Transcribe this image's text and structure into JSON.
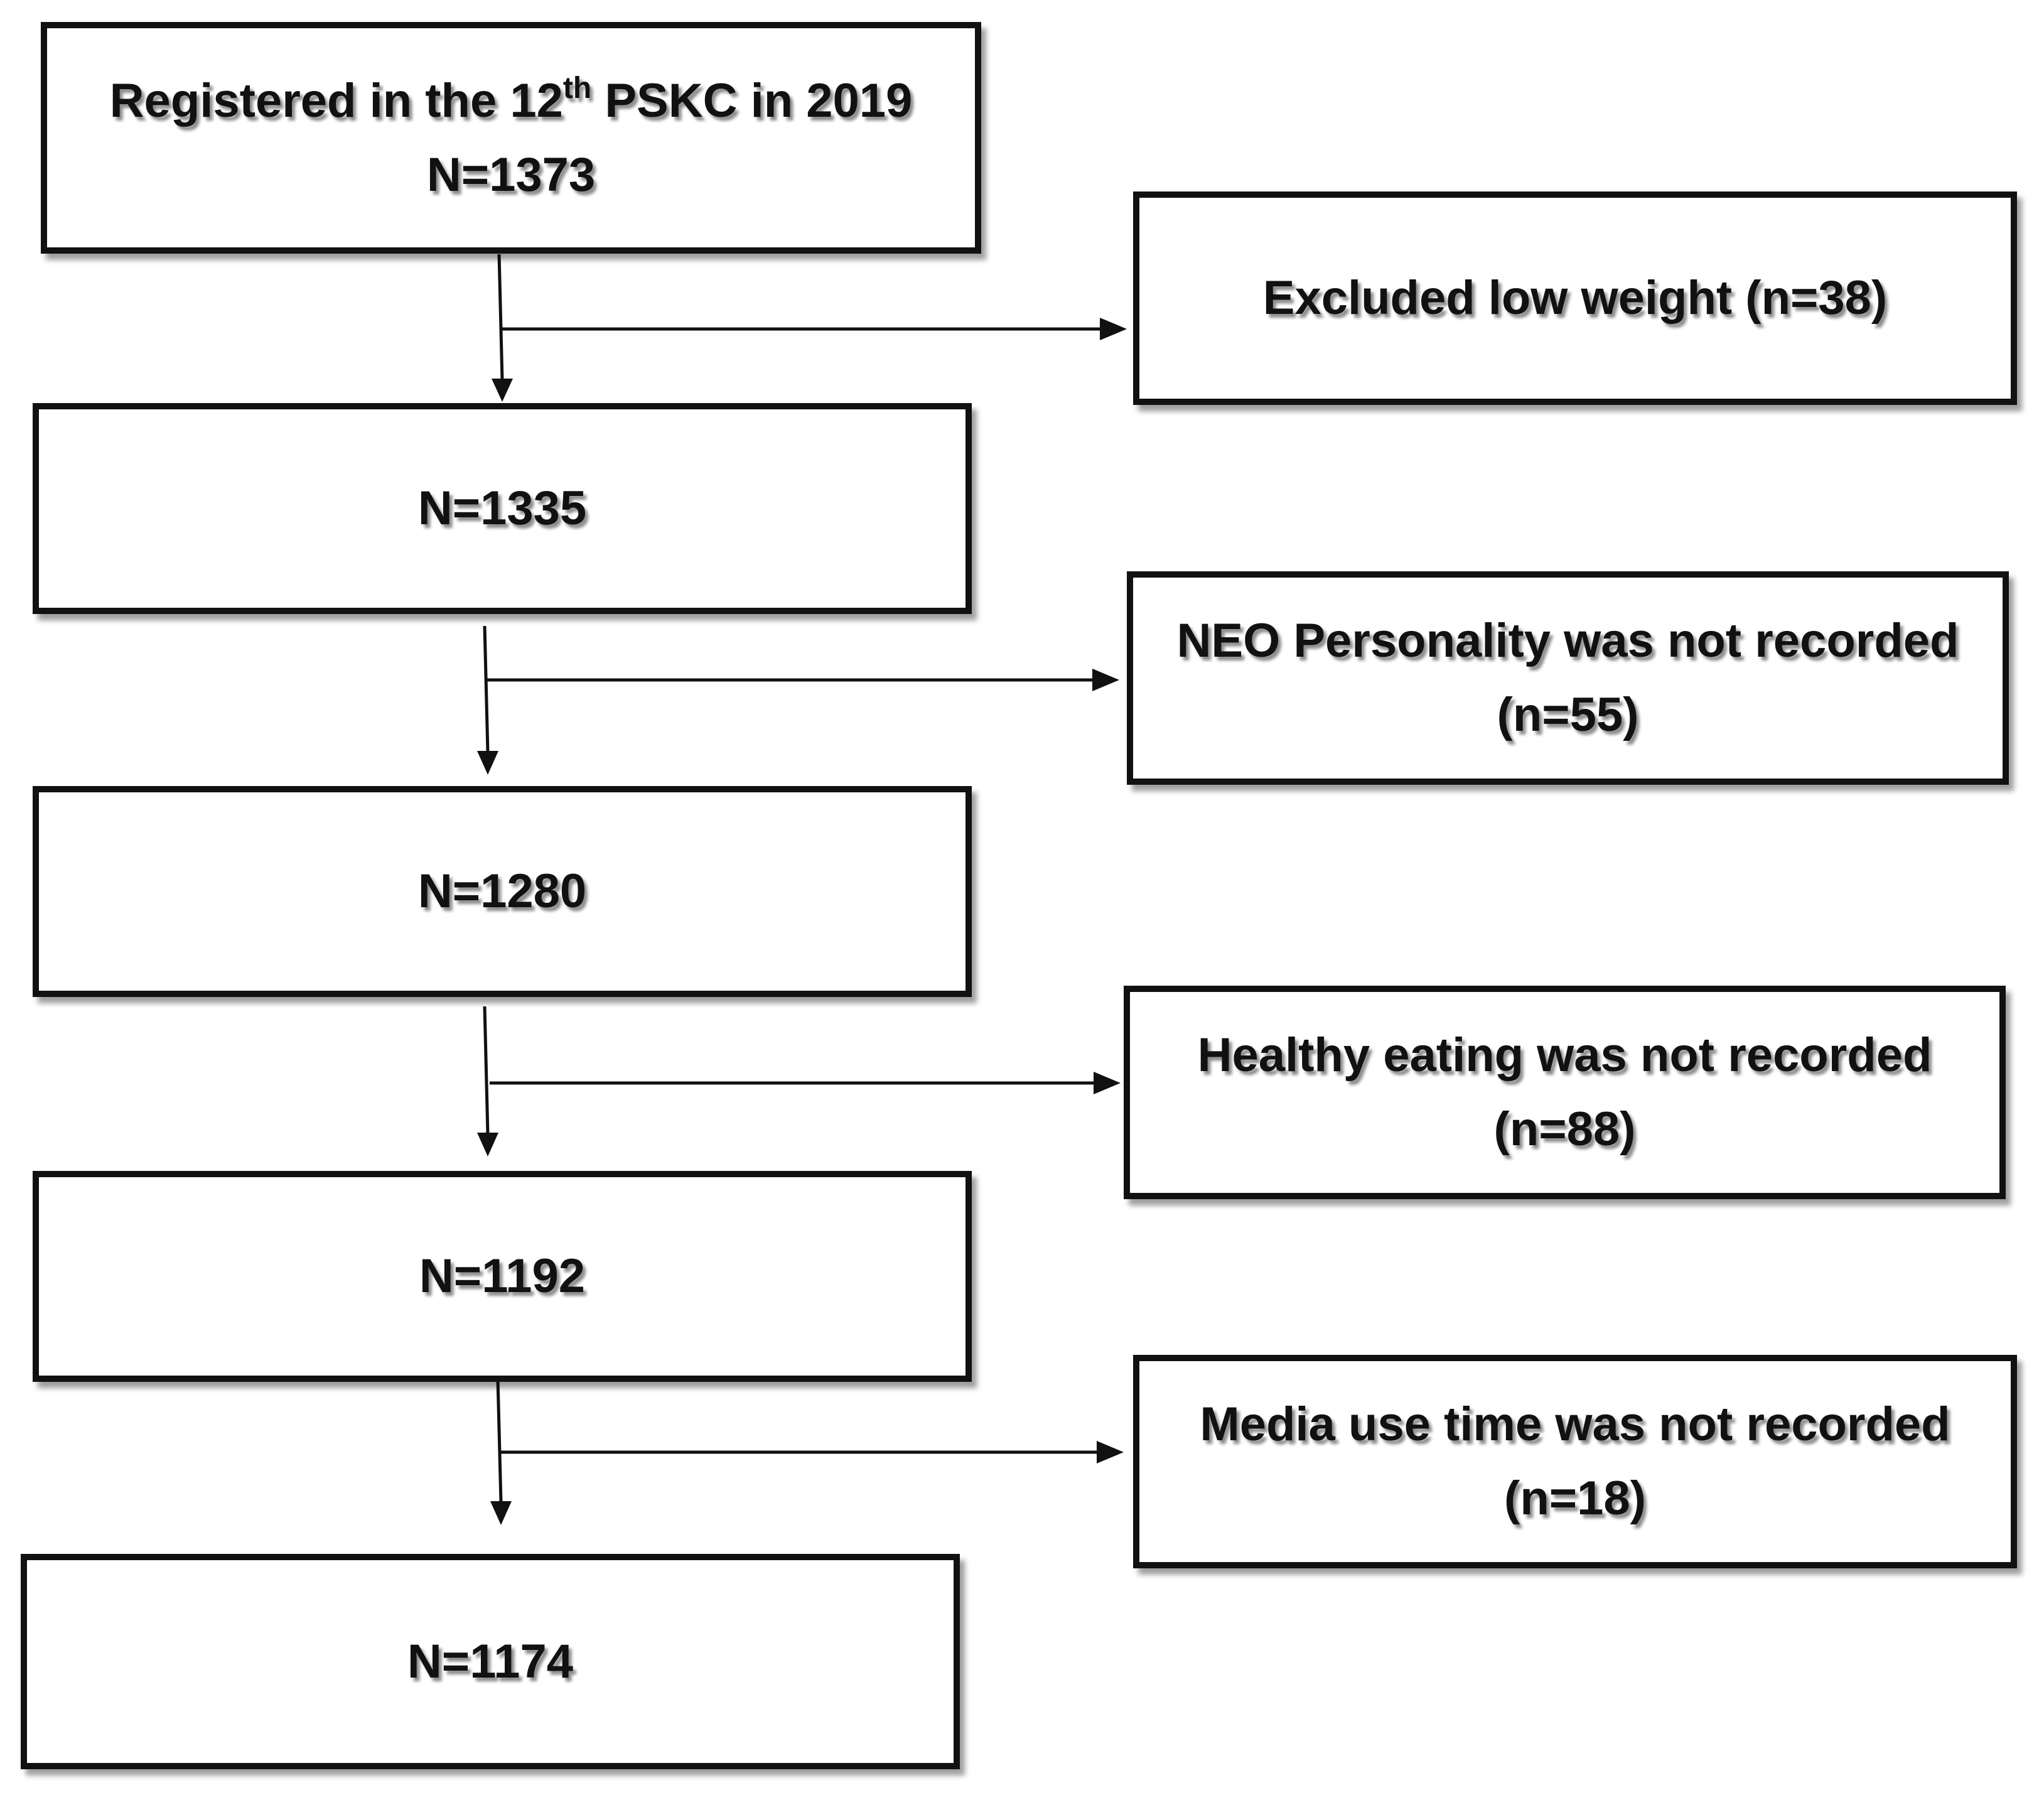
{
  "main_flow": [
    {
      "title_prefix": "Registered in the 12",
      "title_sup": "th",
      "title_suffix": " PSKC in 2019",
      "count": "N=1373"
    },
    {
      "count": "N=1335"
    },
    {
      "count": "N=1280"
    },
    {
      "count": "N=1192"
    },
    {
      "count": "N=1174"
    }
  ],
  "exclusions": [
    {
      "reason": "Excluded low weight (n=38)"
    },
    {
      "reason": "NEO Personality was not recorded",
      "count": "(n=55)"
    },
    {
      "reason": "Healthy eating was not recorded",
      "count": "(n=88)"
    },
    {
      "reason": "Media use time was not recorded",
      "count": "(n=18)"
    }
  ]
}
